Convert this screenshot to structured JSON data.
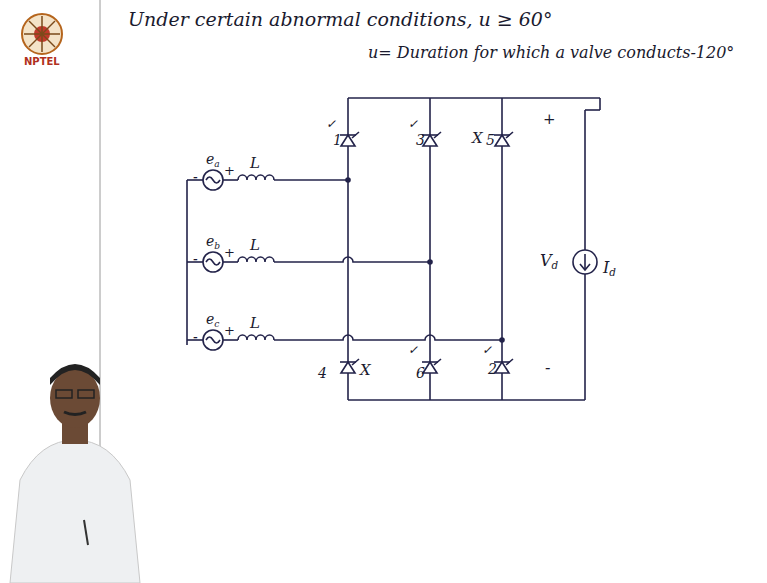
{
  "diagram": {
    "labels": [
      "Under certain abnormal conditions, u ≥ 60°",
      "u= Duration for which a valve conducts-120°",
      "NPTEL",
      "ea",
      "-",
      "+",
      "L",
      "eb",
      "-",
      "+",
      "L",
      "ec",
      "-",
      "+",
      "L",
      "✓",
      "1",
      "✓",
      "3",
      "X",
      "5",
      "+",
      "Vd",
      "Id",
      "-",
      "4",
      "X",
      "✓",
      "6",
      "✓",
      "2"
    ]
  }
}
